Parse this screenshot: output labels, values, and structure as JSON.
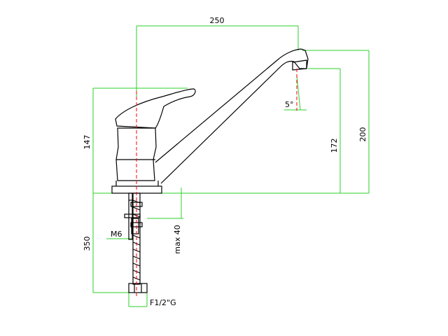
{
  "dimensions": {
    "spout_reach": "250",
    "body_height": "147",
    "outlet_height": "172",
    "overall_height": "200",
    "outlet_angle": "5°",
    "mounting_thread": "M6",
    "max_deck_thickness": "max 40",
    "hose_length": "350",
    "connection": "F1/2\"G"
  },
  "colors": {
    "dimension_lines": "#2bd12b",
    "outline": "#000000",
    "center_axis": "#ff0000"
  }
}
